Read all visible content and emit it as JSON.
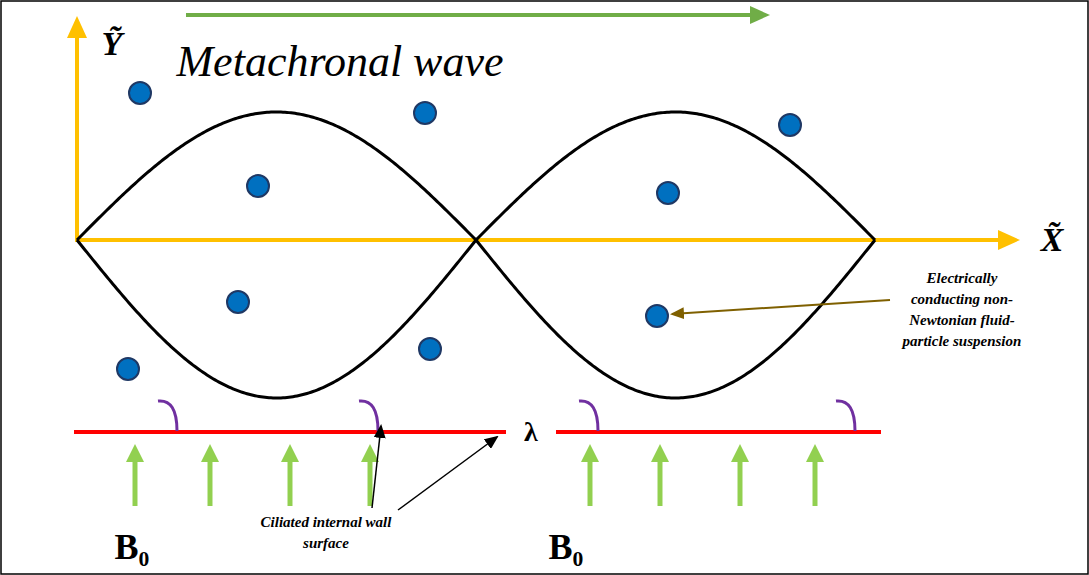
{
  "diagram": {
    "labels": [
      "Ỹ",
      "Metachronal wave",
      "X̃",
      "λ",
      "Electrically conducting non-Newtonian fluid-particle suspension",
      "Ciliated internal wall surface",
      "B₀",
      "B₀"
    ]
  }
}
